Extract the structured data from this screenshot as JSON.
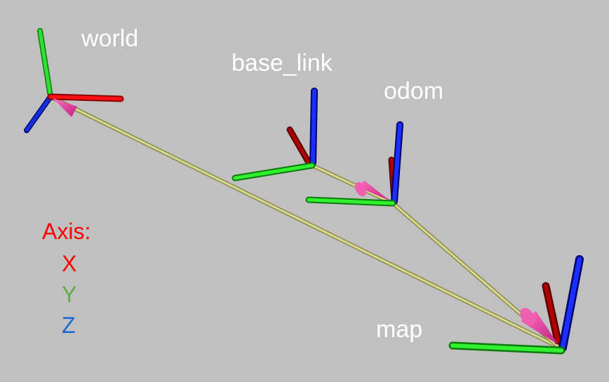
{
  "frames": {
    "world": "world",
    "base_link": "base_link",
    "odom": "odom",
    "map": "map"
  },
  "legend": {
    "title": "Axis:",
    "x": "X",
    "y": "Y",
    "z": "Z"
  },
  "colors": {
    "background": "#c0c0c0",
    "label_text": "#ffffff",
    "x_axis": "#ff0000",
    "y_axis": "#00ff00",
    "z_axis": "#0000ff",
    "legend_title": "#ff0000",
    "legend_x": "#ff0000",
    "legend_y": "#66aa44",
    "legend_z": "#1a66cc",
    "connector": "#c8c878",
    "arrow_head": "#e040a0"
  }
}
